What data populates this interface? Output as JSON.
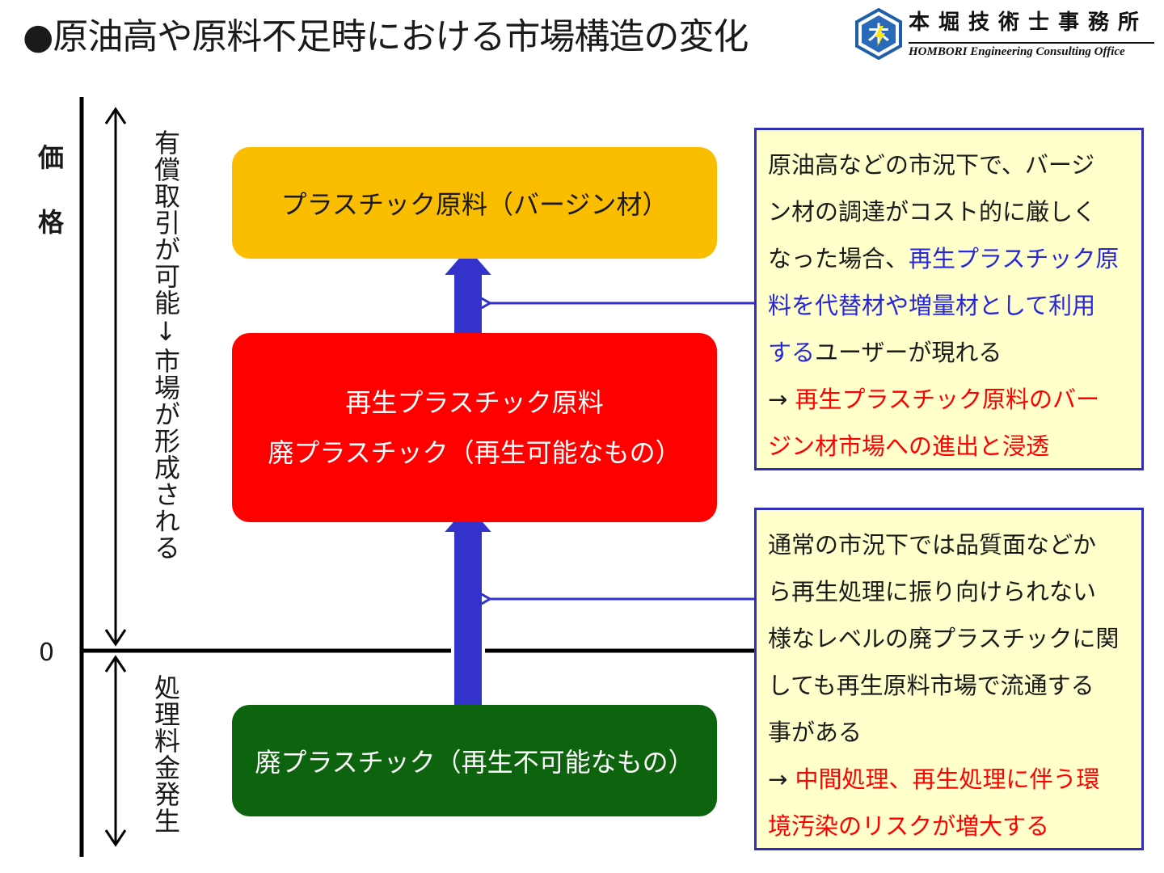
{
  "title": "●原油高や原料不足時における市場構造の変化",
  "logo": {
    "name_jp": "本堀技術士事務所",
    "name_en": "HOMBORI Engineering Consulting Office",
    "emblem_icon": "hombori-emblem-icon"
  },
  "axis": {
    "price_label": "価格",
    "zero_label": "0",
    "upper_range_label": "有償取引が可能↓市場が形成される",
    "lower_range_label": "処理料金発生"
  },
  "boxes": {
    "virgin": {
      "label": "プラスチック原料（バージン材）",
      "color": "#fbbd00"
    },
    "recycled": {
      "line1": "再生プラスチック原料",
      "line2": "廃プラスチック（再生可能なもの）",
      "color": "#ff0000"
    },
    "waste": {
      "label": "廃プラスチック（再生不可能なもの）",
      "color": "#0e640e"
    }
  },
  "notes": {
    "top": {
      "lines": [
        [
          {
            "text": "原油高などの市況下で、バージ",
            "style": "plain"
          }
        ],
        [
          {
            "text": "ン材の調達がコスト的に厳しく",
            "style": "plain"
          }
        ],
        [
          {
            "text": "なった場合、",
            "style": "plain"
          },
          {
            "text": "再生プラスチック原",
            "style": "blue"
          }
        ],
        [
          {
            "text": "料を代替材や増量材として利用",
            "style": "blue"
          }
        ],
        [
          {
            "text": "する",
            "style": "blue"
          },
          {
            "text": "ユーザーが現れる",
            "style": "plain"
          }
        ],
        [
          {
            "text": "→ ",
            "style": "plain"
          },
          {
            "text": "再生プラスチック原料のバー",
            "style": "red"
          }
        ],
        [
          {
            "text": "ジン材市場への進出と浸透",
            "style": "red"
          }
        ]
      ]
    },
    "bottom": {
      "lines": [
        [
          {
            "text": "通常の市況下では品質面などか",
            "style": "plain"
          }
        ],
        [
          {
            "text": "ら再生処理に振り向けられない",
            "style": "plain"
          }
        ],
        [
          {
            "text": "様なレベルの廃プラスチックに関",
            "style": "plain"
          }
        ],
        [
          {
            "text": "しても再生原料市場で流通する",
            "style": "plain"
          }
        ],
        [
          {
            "text": "事がある",
            "style": "plain"
          }
        ],
        [
          {
            "text": "→ ",
            "style": "plain"
          },
          {
            "text": "中間処理、再生処理に伴う環",
            "style": "red"
          }
        ],
        [
          {
            "text": "境汚染のリスクが増大する",
            "style": "red"
          }
        ]
      ]
    }
  },
  "colors": {
    "arrow_fill": "#3333cc",
    "pointer_line": "#3333cc",
    "note_border": "#2e2eb8",
    "note_background": "#ffffcc",
    "axis": "#000000"
  }
}
